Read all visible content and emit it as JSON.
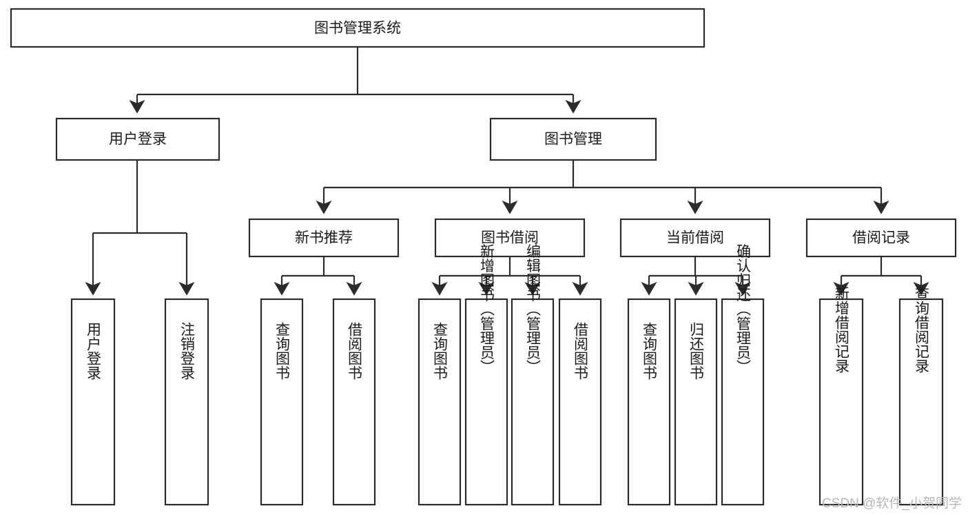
{
  "diagram": {
    "title": "图书管理系统",
    "type": "tree-hierarchy",
    "watermark": "CSDN @软件_小贺同学",
    "root": {
      "id": "root",
      "label": "图书管理系统"
    },
    "level2": [
      {
        "id": "user-login",
        "label": "用户登录"
      },
      {
        "id": "book-management",
        "label": "图书管理"
      }
    ],
    "level3": [
      {
        "id": "new-book-recommend",
        "label": "新书推荐",
        "parent": "book-management"
      },
      {
        "id": "book-borrow",
        "label": "图书借阅",
        "parent": "book-management"
      },
      {
        "id": "current-borrow",
        "label": "当前借阅",
        "parent": "book-management"
      },
      {
        "id": "borrow-record",
        "label": "借阅记录",
        "parent": "book-management"
      }
    ],
    "leaves": [
      {
        "id": "leaf-user-login",
        "label": "用户登录",
        "parent": "user-login"
      },
      {
        "id": "leaf-logout-login",
        "label": "注销登录",
        "parent": "user-login"
      },
      {
        "id": "leaf-query-book-1",
        "label": "查询图书",
        "parent": "new-book-recommend"
      },
      {
        "id": "leaf-borrow-book-1",
        "label": "借阅图书",
        "parent": "new-book-recommend"
      },
      {
        "id": "leaf-query-book-2",
        "label": "查询图书",
        "parent": "book-borrow"
      },
      {
        "id": "leaf-add-book",
        "label": "新增图书（管理员）",
        "parent": "book-borrow"
      },
      {
        "id": "leaf-edit-book",
        "label": "编辑图书（管理员）",
        "parent": "book-borrow"
      },
      {
        "id": "leaf-borrow-book-2",
        "label": "借阅图书",
        "parent": "book-borrow"
      },
      {
        "id": "leaf-query-book-3",
        "label": "查询图书",
        "parent": "current-borrow"
      },
      {
        "id": "leaf-return-book",
        "label": "归还图书",
        "parent": "current-borrow"
      },
      {
        "id": "leaf-confirm-return",
        "label": "确认归还（管理员）",
        "parent": "current-borrow"
      },
      {
        "id": "leaf-add-record",
        "label": "新增借阅记录",
        "parent": "borrow-record"
      },
      {
        "id": "leaf-query-record",
        "label": "查询借阅记录",
        "parent": "borrow-record"
      }
    ],
    "colors": {
      "stroke": "#2b2b2b",
      "fill": "#ffffff",
      "text": "#1a1a1a",
      "watermark": "#b8b8b8"
    }
  }
}
